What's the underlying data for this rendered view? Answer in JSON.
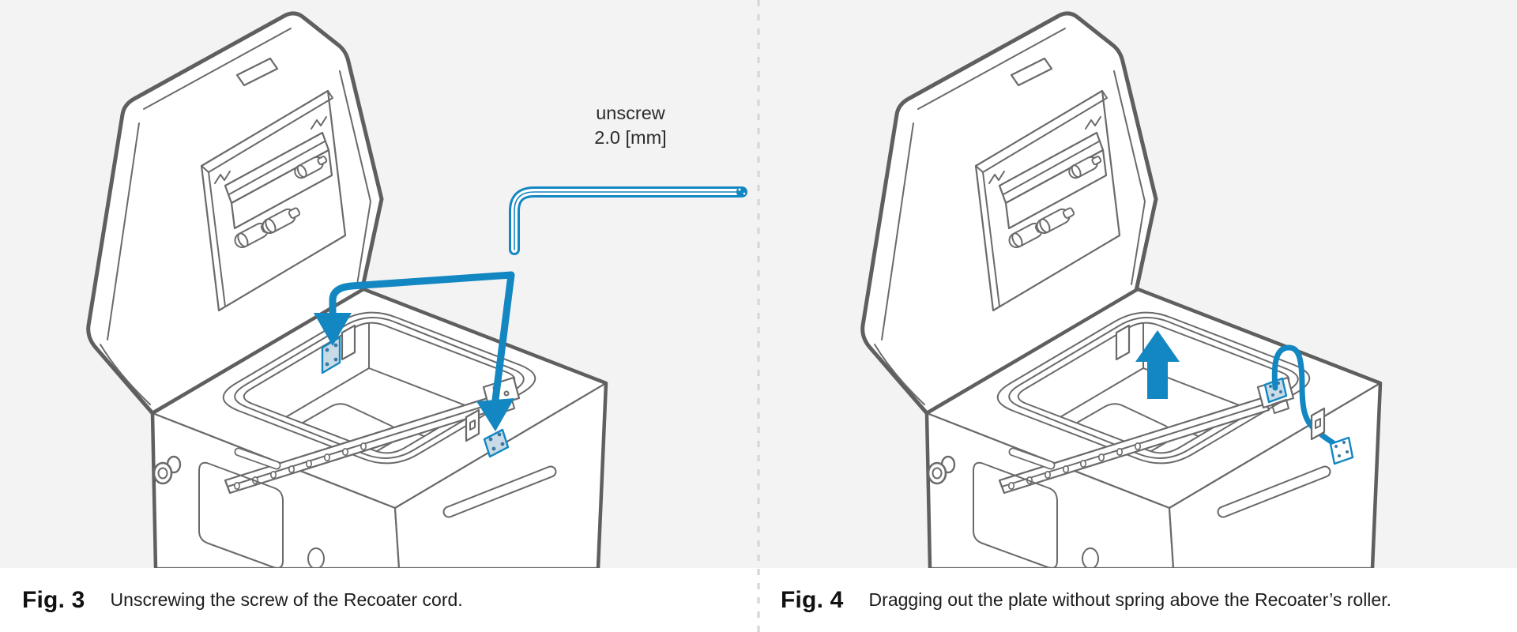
{
  "page": {
    "type": "instruction-manual-figures",
    "background_color": "#f3f3f4",
    "caption_background_color": "#ffffff"
  },
  "colors": {
    "line_gray": "#6a6a6a",
    "silhouette_gray": "#5f5f5f",
    "accent_blue": "#1287c1",
    "plate_fill": "#c9dbe7",
    "plate_dot": "#3a79a3",
    "divider_gray": "#d7d9da",
    "text_black": "#1c1c1c"
  },
  "divider": {
    "style": "vertical dashed line between panels"
  },
  "figures": [
    {
      "id": "fig-3",
      "label": "Fig. 3",
      "caption": "Unscrewing the screw of the Recoater cord.",
      "tool_label_line1": "unscrew",
      "tool_label_line2": "2.0 [mm]",
      "alt": "SLS 3D printer with open lid; hex key and two blue arrows pointing to screw plates of the Recoater cord"
    },
    {
      "id": "fig-4",
      "label": "Fig. 4",
      "caption": "Dragging out the plate without spring above the Recoater’s roller.",
      "alt": "SLS 3D printer with open lid; blue up arrow and Recoater cord plate dragged out above the roller"
    }
  ]
}
